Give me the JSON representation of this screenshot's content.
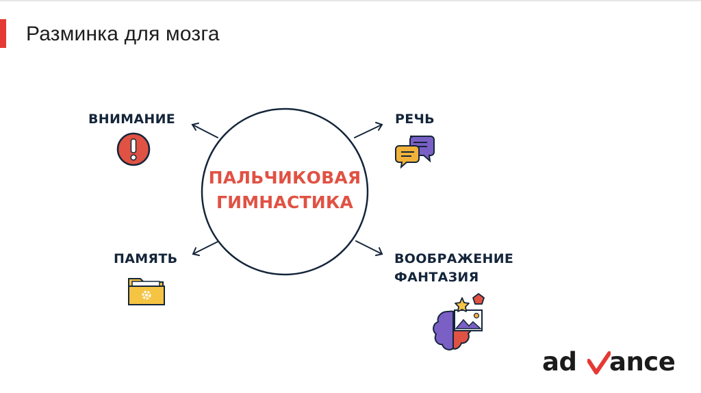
{
  "slide": {
    "title": "Разминка для мозга"
  },
  "diagram": {
    "center": {
      "line1": "ПАЛЬЧИКОВАЯ",
      "line2": "ГИМНАСТИКА"
    },
    "branches": [
      {
        "label": "ВНИМАНИЕ",
        "icon": "exclamation-icon"
      },
      {
        "label": "РЕЧЬ",
        "icon": "speech-bubbles-icon"
      },
      {
        "label": "ПАМЯТЬ",
        "icon": "folder-gear-icon"
      },
      {
        "label_line1": "ВООБРАЖЕНИЕ",
        "label_line2": "ФАНТАЗИЯ",
        "icon": "brain-imagination-icon"
      }
    ]
  },
  "logo": {
    "part1": "ad",
    "part2": "ance",
    "mark": "check-v"
  },
  "colors": {
    "accent": "#e53935",
    "center_text": "#e05244",
    "label_text": "#14253a",
    "circle_stroke": "#14253a"
  }
}
